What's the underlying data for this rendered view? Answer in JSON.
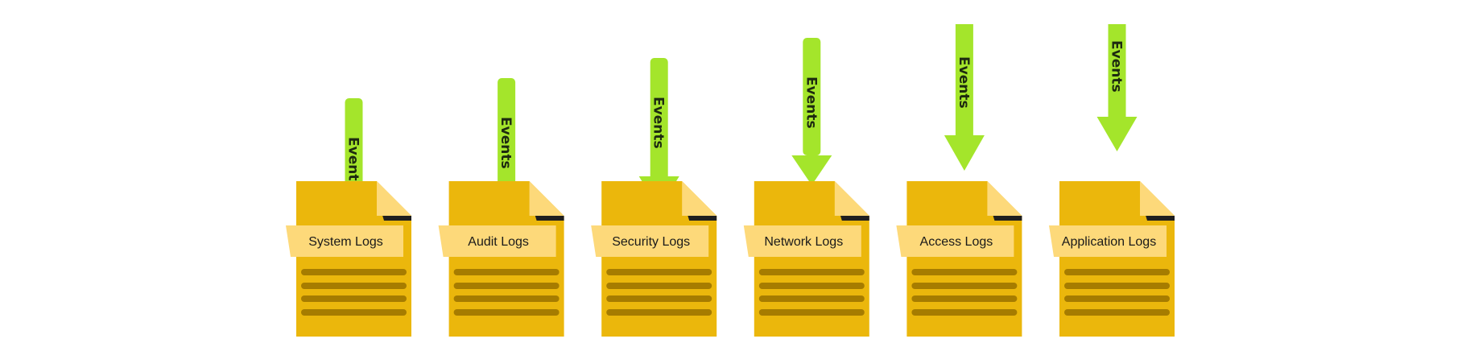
{
  "diagram": {
    "colors": {
      "doc_body": "#EBB70C",
      "doc_fold": "#FDD97A",
      "doc_shadow": "#1F1F1F",
      "label_band": "#FDD97A",
      "doc_lines": "#A67C00",
      "arrow": "#A4E52B",
      "arrow_text": "#1D2A10"
    },
    "arrow_text": "Events",
    "logs": [
      {
        "label": "System Logs",
        "arrow": "shaft"
      },
      {
        "label": "Audit Logs",
        "arrow": "shaft"
      },
      {
        "label": "Security Logs",
        "arrow": "shaft-with-hidden-head"
      },
      {
        "label": "Network Logs",
        "arrow": "arrow"
      },
      {
        "label": "Access Logs",
        "arrow": "arrow"
      },
      {
        "label": "Application Logs",
        "arrow": "arrow"
      }
    ]
  }
}
